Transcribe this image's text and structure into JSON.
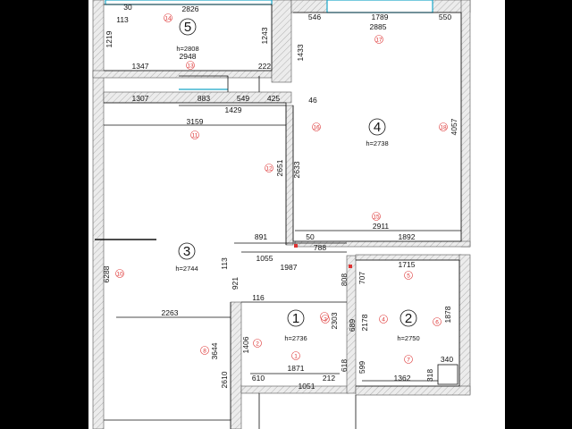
{
  "rooms": [
    {
      "number": "1",
      "height": "h=2736"
    },
    {
      "number": "2",
      "height": "h=2750"
    },
    {
      "number": "3",
      "height": "h=2744"
    },
    {
      "number": "4",
      "height": "h=2738"
    },
    {
      "number": "5",
      "height": "h=2808"
    }
  ],
  "dimensions": {
    "d30": "30",
    "d113a": "113",
    "d2826": "2826",
    "d1219": "1219",
    "d1243": "1243",
    "d2948": "2948",
    "d1347": "1347",
    "d222": "222",
    "d546": "546",
    "d1789": "1789",
    "d2885": "2885",
    "d550": "550",
    "d1433": "1433",
    "d1307": "1307",
    "d883": "883",
    "d549": "549",
    "d425": "425",
    "d46": "46",
    "d1429": "1429",
    "d3159": "3159",
    "d4057": "4057",
    "d2651": "2651",
    "d2633": "2633",
    "d2911": "2911",
    "d891": "891",
    "d50": "50",
    "d1892": "1892",
    "d788": "788",
    "d113b": "113",
    "d1055": "1055",
    "d1987": "1987",
    "d6288": "6288",
    "d1715": "1715",
    "d921": "921",
    "d808": "808",
    "d707": "707",
    "d116": "116",
    "d2263": "2263",
    "d2303": "2303",
    "d689": "689",
    "d2178": "2178",
    "d1878": "1878",
    "d1406": "1406",
    "d3644": "3644",
    "d1871": "1871",
    "d618": "618",
    "d599": "599",
    "d340": "340",
    "d318": "318",
    "d1362": "1362",
    "d2610": "2610",
    "d610": "610",
    "d212": "212",
    "d1051": "1051"
  },
  "wall_numbers": [
    "1",
    "2",
    "3",
    "4",
    "5",
    "6",
    "7",
    "8",
    "9",
    "10",
    "11",
    "12",
    "13",
    "14",
    "15",
    "16",
    "17",
    "18"
  ],
  "colors": {
    "background": "#000000",
    "sheet": "#ffffff",
    "wall_hatch": "#d9d9d9",
    "line": "#111111",
    "window": "#1aa6c8",
    "wall_mark": "#d33333"
  }
}
